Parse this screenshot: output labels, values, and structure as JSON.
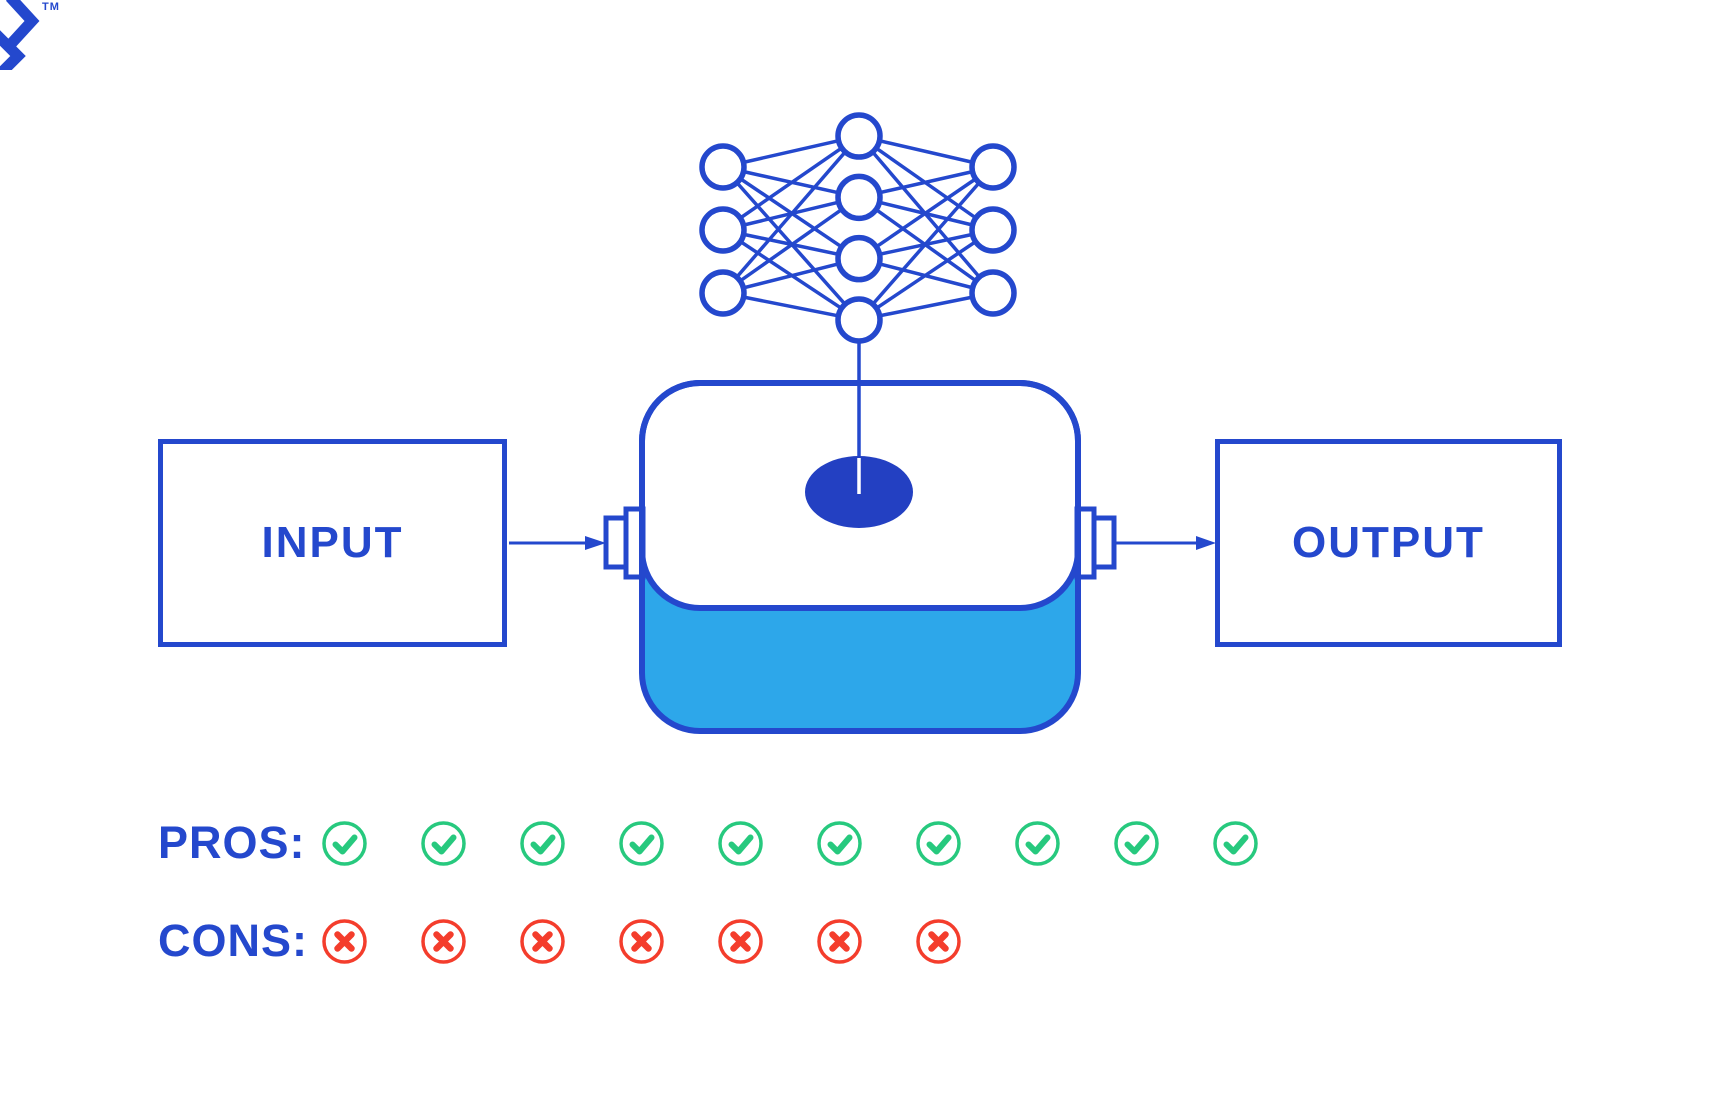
{
  "brand": {
    "tm_label": "TM",
    "logo_icon": "toptal-chevrons-icon"
  },
  "colors": {
    "blue": "#2448CD",
    "ellipse_blue": "#2340C2",
    "liquid_blue": "#2DA7EA",
    "green": "#27C97E",
    "red": "#F43D2C"
  },
  "flow": {
    "input_label": "INPUT",
    "output_label": "OUTPUT"
  },
  "network": {
    "layers": [
      3,
      4,
      3
    ]
  },
  "pros": {
    "label": "PROS:",
    "count": 10,
    "icon": "check-circle-icon"
  },
  "cons": {
    "label": "CONS:",
    "count": 7,
    "icon": "x-circle-icon"
  }
}
